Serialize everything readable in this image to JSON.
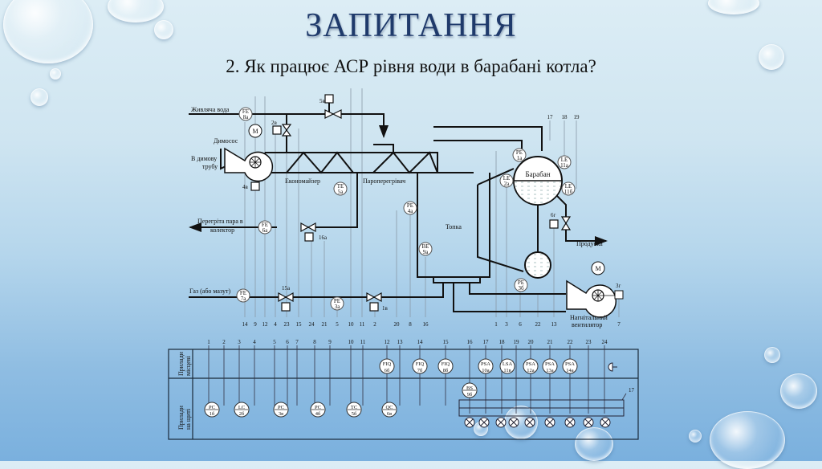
{
  "slide": {
    "title": "ЗАПИТАННЯ",
    "question": "2. Як працює АСР рівня води в барабані котла?"
  },
  "diagram": {
    "labels": {
      "feed_water": "Живляча вода",
      "smoke_exhauster": "Димосос",
      "to_chimney_1": "В димову",
      "to_chimney_2": "трубу",
      "economizer": "Економайзер",
      "superheater": "Пароперегрівач",
      "superheated_steam_1": "Перегріта пара в",
      "superheated_steam_2": "колектор",
      "gas": "Газ (або мазут)",
      "furnace": "Топка",
      "drum": "Барабан",
      "blowdown": "Продувка",
      "blower_fan_1": "Нагнітальний",
      "blower_fan_2": "вентилятор",
      "motor": "M"
    },
    "field_instruments": [
      {
        "code": "FE",
        "num": "8а"
      },
      {
        "code": "TE",
        "num": "5а"
      },
      {
        "code": "FE",
        "num": "6а"
      },
      {
        "code": "PE",
        "num": "4а"
      },
      {
        "code": "BE",
        "num": "9а"
      },
      {
        "code": "FE",
        "num": "7а"
      },
      {
        "code": "PE",
        "num": "3а"
      },
      {
        "code": "PE",
        "num": "1а"
      },
      {
        "code": "LE",
        "num": "2а"
      },
      {
        "code": "LE",
        "num": "11а"
      },
      {
        "code": "LE",
        "num": "11б"
      },
      {
        "code": "PE",
        "num": "3б"
      }
    ],
    "actuators": [
      "5в",
      "2в",
      "4в",
      "16а",
      "15а",
      "1в",
      "6г",
      "3г"
    ],
    "top_line_numbers": [
      "17",
      "18",
      "19"
    ],
    "bottom_line_numbers": [
      "14",
      "9",
      "12",
      "4",
      "23",
      "15",
      "24",
      "21",
      "5",
      "10",
      "11",
      "2",
      "20",
      "8",
      "16",
      "1",
      "3",
      "6",
      "22",
      "13",
      "7"
    ],
    "panel": {
      "row_local_label_1": "Прилади",
      "row_local_label_2": "місцеві",
      "row_board_label_1": "Прилади",
      "row_board_label_2": "на щиті",
      "column_numbers": [
        "1",
        "2",
        "3",
        "4",
        "5",
        "6",
        "7",
        "8",
        "9",
        "10",
        "11",
        "12",
        "13",
        "14",
        "15",
        "16",
        "17",
        "18",
        "19",
        "20",
        "21",
        "22",
        "23",
        "24"
      ],
      "local_devices": [
        {
          "code": "FIQ",
          "num": "6б"
        },
        {
          "code": "FIQ",
          "num": "7б"
        },
        {
          "code": "FIQ",
          "num": "8б"
        },
        {
          "code": "PSA",
          "num": "10а"
        },
        {
          "code": "LSA",
          "num": "11в"
        },
        {
          "code": "PSA",
          "num": "12а"
        },
        {
          "code": "PSA",
          "num": "13а"
        },
        {
          "code": "PSA",
          "num": "14а"
        }
      ],
      "board_devices": [
        {
          "code": "PC",
          "num": "1б"
        },
        {
          "code": "LC",
          "num": "2б"
        },
        {
          "code": "PC",
          "num": "3в"
        },
        {
          "code": "PC",
          "num": "4б"
        },
        {
          "code": "TC",
          "num": "5б"
        },
        {
          "code": "QC",
          "num": "6в"
        },
        {
          "code": "BS",
          "num": "9б"
        }
      ],
      "alarm_bus_label": "17",
      "alarm_lamp_count": 9
    }
  }
}
